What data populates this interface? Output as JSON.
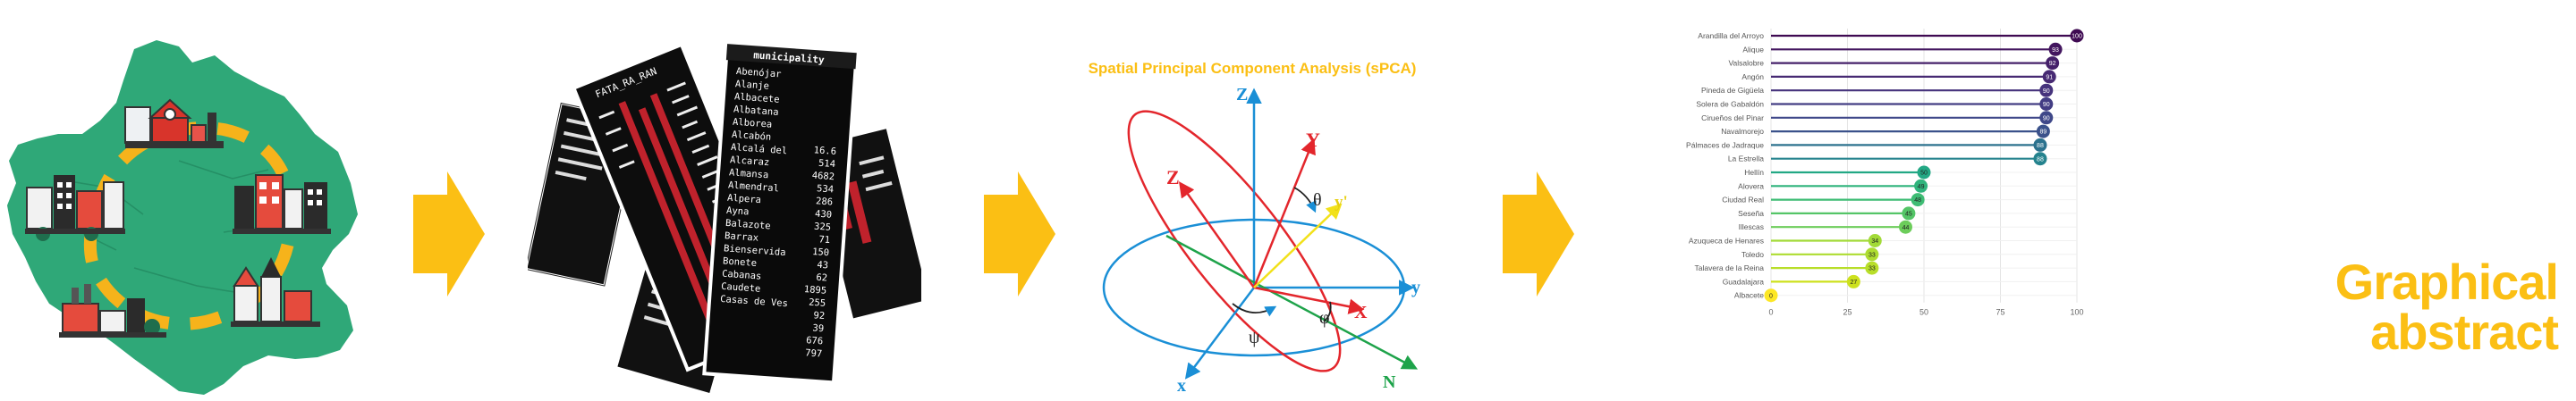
{
  "sections": {
    "spca_title": "Spatial Principal Component Analysis (sPCA)",
    "graphical_abstract_line1": "Graphical",
    "graphical_abstract_line2": "abstract"
  },
  "diagram_axes": {
    "z_upper": "Z",
    "Y": "Y",
    "y_prime": "y'",
    "theta": "θ",
    "Z_red": "Z",
    "y": "y",
    "phi": "φ",
    "X": "X",
    "psi": "ψ",
    "x": "x",
    "N": "N"
  },
  "sheets": {
    "header": "municipality",
    "header2": "FATA_RA_RAN",
    "names": [
      "Abenójar",
      "Alanje",
      "Albacete",
      "Albatana",
      "Alborea",
      "Alcabón",
      "Alcalá del",
      "Alcaraz",
      "Almansa",
      "Almendral",
      "Alpera",
      "Ayna",
      "Balazote",
      "Barrax",
      "Bienservida",
      "Bonete",
      "Cabanas",
      "Caudete",
      "Casas de Ves"
    ],
    "numbers": [
      "16.6",
      "514",
      "4682",
      "534",
      "286",
      "430",
      "325",
      "71",
      "150",
      "43",
      "62",
      "1895",
      "255",
      "92",
      "39",
      "676",
      "797"
    ]
  },
  "chart_data": {
    "type": "dot",
    "categories": [
      "Arandilla del Arroyo",
      "Alique",
      "Valsalobre",
      "Angón",
      "Pineda de Gigüela",
      "Solera de Gabaldón",
      "Cirueños del Pinar",
      "Navalmorejo",
      "Pálmaces de Jadraque",
      "La Estrella",
      "Hellín",
      "Alovera",
      "Ciudad Real",
      "Seseña",
      "Illescas",
      "Azuqueca de Henares",
      "Toledo",
      "Talavera de la Reina",
      "Guadalajara",
      "Albacete"
    ],
    "values": [
      100,
      93,
      92,
      91,
      90,
      90,
      90,
      89,
      88,
      88,
      50,
      49,
      48,
      45,
      44,
      34,
      33,
      33,
      27,
      0
    ],
    "xlim": [
      0,
      100
    ],
    "xticks": [
      0,
      25,
      50,
      75,
      100
    ],
    "colors": [
      "#3f0a52",
      "#43165f",
      "#45206a",
      "#472a73",
      "#46337c",
      "#433d84",
      "#3f4889",
      "#3b528b",
      "#2c728e",
      "#25838e",
      "#22a884",
      "#2fb47c",
      "#3ebc74",
      "#54c567",
      "#6ccd5a",
      "#a2da37",
      "#addc30",
      "#b8de29",
      "#cde11d",
      "#fde725"
    ],
    "grid": true
  }
}
